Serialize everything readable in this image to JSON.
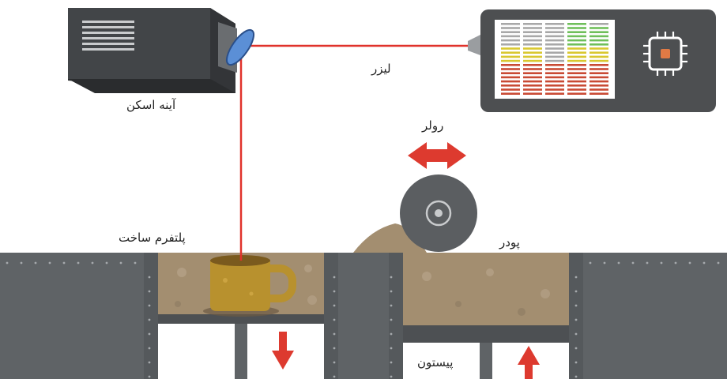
{
  "labels": {
    "scan_mirror": "آینه اسکن",
    "laser": "لیزر",
    "roller": "رولر",
    "build_platform": "پلتفرم ساخت",
    "powder": "پودر",
    "piston": "پیستون"
  },
  "colors": {
    "laser_beam": "#e0322b",
    "arrow": "#dd3a2f",
    "machine_body": "#5f6366",
    "controller_body": "#4d4f51",
    "powder": "#a38e70",
    "print_object": "#b8912e",
    "chip_core": "#e07a45"
  }
}
